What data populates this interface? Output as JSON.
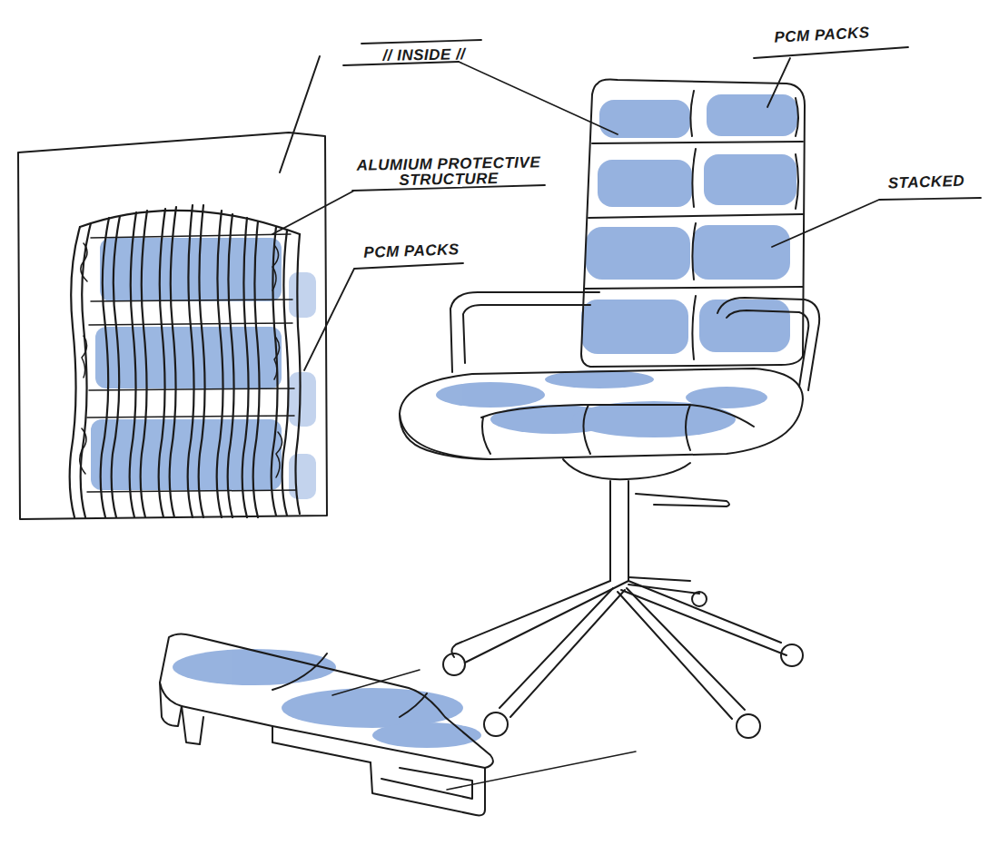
{
  "diagram": {
    "labels": [
      "// INSIDE //",
      "PCM PACKS",
      "ALUMIUM PROTECTIVE STRUCTURE",
      "STACKED",
      "PCM PACKS"
    ]
  }
}
